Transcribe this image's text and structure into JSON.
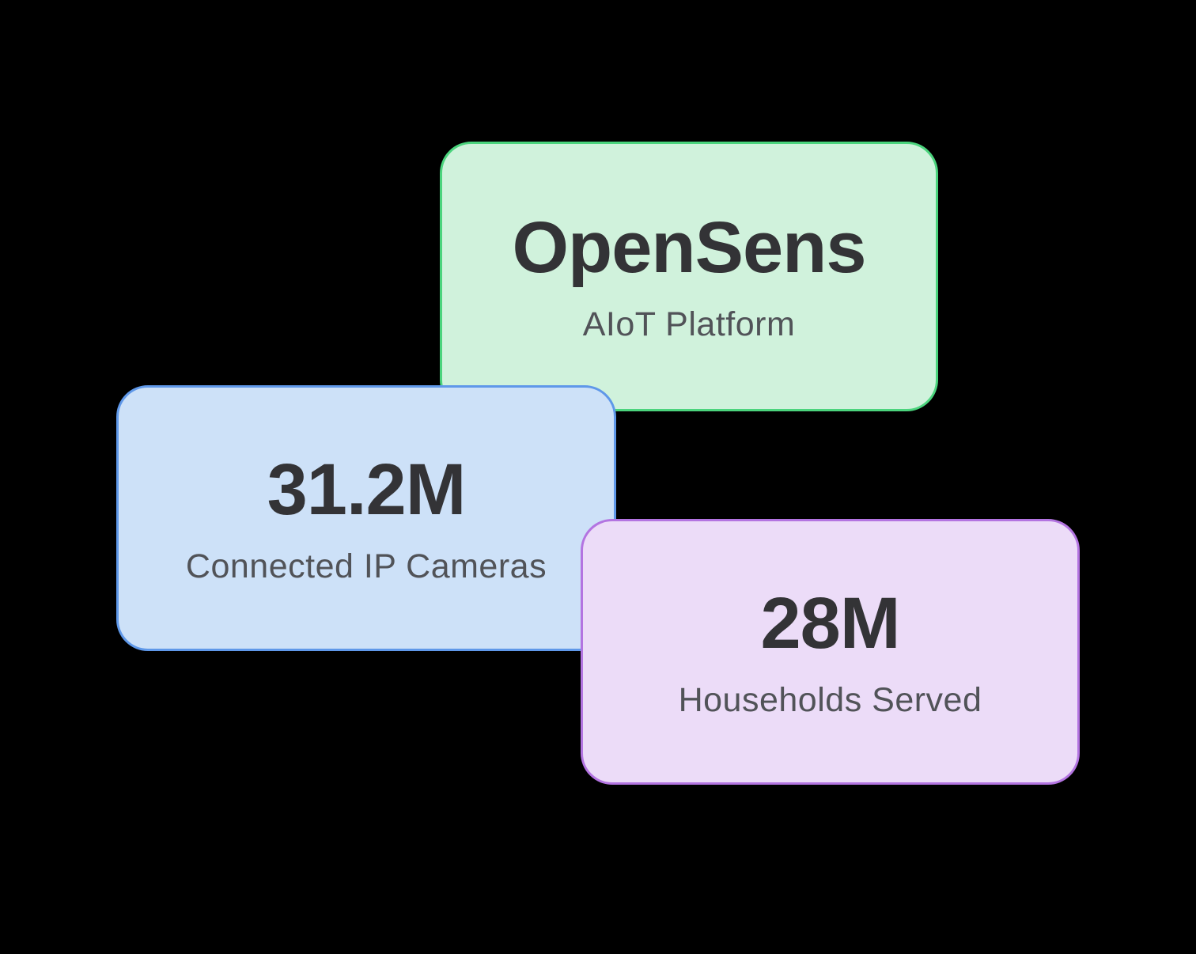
{
  "canvas": {
    "background_color": "#000000"
  },
  "text_colors": {
    "title": "#333336",
    "subtitle": "#515358"
  },
  "cards": [
    {
      "id": "platform",
      "title": "OpenSens",
      "subtitle": "AIoT Platform",
      "fill_color": "#d0f2dc",
      "border_color": "#4bd47d"
    },
    {
      "id": "cameras",
      "title": "31.2M",
      "subtitle": "Connected IP Cameras",
      "fill_color": "#cde1f8",
      "border_color": "#5f98e9"
    },
    {
      "id": "households",
      "title": "28M",
      "subtitle": "Households Served",
      "fill_color": "#ecdcf8",
      "border_color": "#b374e1"
    }
  ]
}
